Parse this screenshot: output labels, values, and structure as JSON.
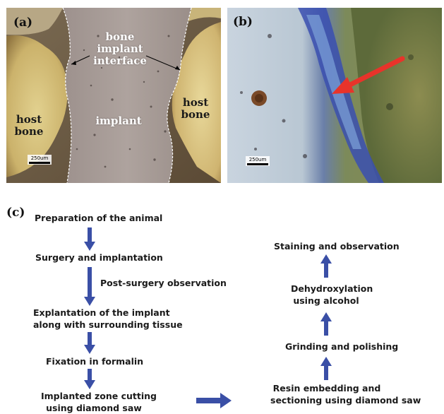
{
  "panel_a": {
    "label": "(a)",
    "interface_label_line1": "bone implant",
    "interface_label_line2": "interface",
    "host_bone_left_line1": "host",
    "host_bone_left_line2": "bone",
    "implant_label": "implant",
    "host_bone_right_line1": "host",
    "host_bone_right_line2": "bone",
    "scale_bar": "250um"
  },
  "panel_b": {
    "label": "(b)",
    "scale_bar": "250um"
  },
  "flowchart": {
    "label": "(c)",
    "left_steps": {
      "s1": "Preparation of the animal",
      "s2": "Surgery and implantation",
      "s2_side": "Post-surgery observation",
      "s3_line1": "Explantation of the implant",
      "s3_line2": "along with surrounding tissue",
      "s4": "Fixation in formalin",
      "s5_line1": "Implanted zone cutting",
      "s5_line2": "using diamond saw"
    },
    "right_steps": {
      "r1_line1": "Resin embedding and",
      "r1_line2": "sectioning using diamond saw",
      "r2": "Grinding and polishing",
      "r3_line1": "Dehydroxylation",
      "r3_line2": "using alcohol",
      "r4": "Staining and observation"
    },
    "arrow_color": "#3a4fa6"
  }
}
